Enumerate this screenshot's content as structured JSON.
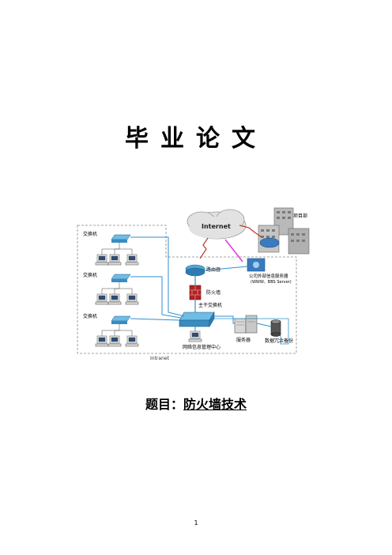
{
  "document": {
    "title": "毕业论文",
    "subject_label": "题目：",
    "subject_value": "防火墙技术",
    "page_number": "1"
  },
  "diagram": {
    "labels": {
      "internet_cloud": "Internet",
      "project_dept": "项目部",
      "switch_1": "交换机",
      "switch_2": "交换机",
      "switch_3": "交换机",
      "router": "路由器",
      "firewall": "防火墙",
      "core_switch": "主干交换机",
      "external_server": "公司外部信息服务器",
      "external_server_sub": "(WWW、BBS Server)",
      "server": "服务器",
      "backup": "数据冗余备份",
      "noc": "网络信息管理中心",
      "intranet": "Intranet"
    },
    "colors": {
      "link": "#2f8fd0",
      "wan_link": "#c0392b",
      "vpn_link": "#e040e0",
      "cloud": "#e0e0e0",
      "switch": "#4fa8d8",
      "firewall": "#b22222"
    }
  }
}
